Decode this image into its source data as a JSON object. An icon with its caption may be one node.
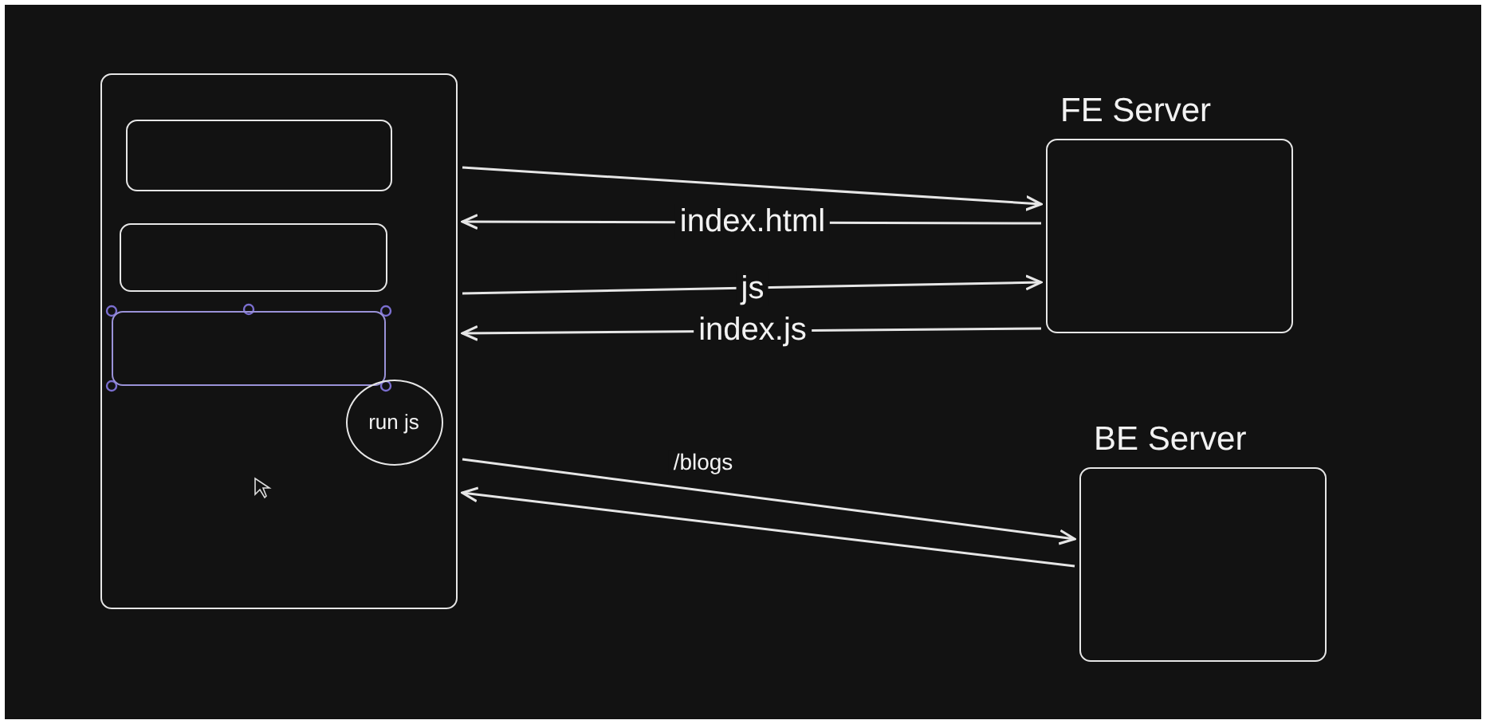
{
  "diagram": {
    "nodes": [
      {
        "text": [],
        "shape": "box"
      },
      {
        "text": [],
        "shape": "box",
        "in": 0
      },
      {
        "text": [],
        "shape": "box",
        "in": 0
      },
      {
        "text": [],
        "shape": "box",
        "in": 0
      },
      {
        "text": [
          "run js"
        ],
        "in": 0
      },
      {
        "text": [
          "FE Server"
        ]
      },
      {
        "text": [
          "BE Server"
        ]
      }
    ],
    "edges": [
      {
        "from": 0,
        "to": 5,
        "arrow": "to"
      },
      {
        "from": 5,
        "to": 0,
        "arrow": "to",
        "label": "index.html"
      },
      {
        "from": 0,
        "to": 5,
        "arrow": "to",
        "label": "js"
      },
      {
        "from": 5,
        "to": 0,
        "arrow": "to",
        "label": "index.js"
      },
      {
        "from": 0,
        "to": 6,
        "arrow": "to",
        "label": "/blogs"
      },
      {
        "from": 6,
        "to": 0,
        "arrow": "to"
      }
    ]
  }
}
